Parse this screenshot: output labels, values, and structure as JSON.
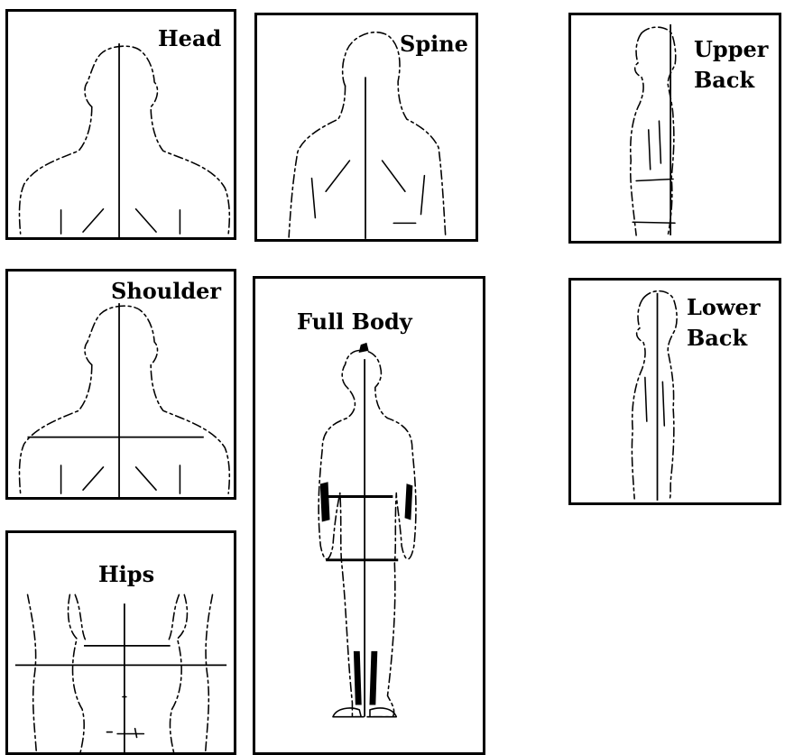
{
  "panels": {
    "head": {
      "label": "Head"
    },
    "spine": {
      "label": "Spine"
    },
    "upper_back": {
      "label_line1": "Upper",
      "label_line2": "Back"
    },
    "shoulder": {
      "label": "Shoulder"
    },
    "full_body": {
      "label": "Full Body"
    },
    "lower_back": {
      "label_line1": "Lower",
      "label_line2": "Back"
    },
    "hips": {
      "label": "Hips"
    }
  },
  "colors": {
    "line": "#000000",
    "background": "#ffffff"
  }
}
